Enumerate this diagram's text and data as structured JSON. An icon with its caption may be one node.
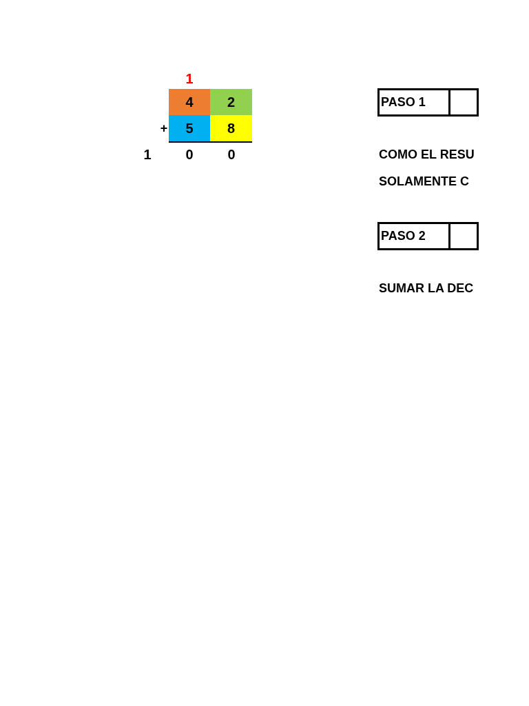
{
  "diagram": {
    "nodes": [
      {
        "text": [
          "4"
        ]
      },
      {
        "text": [
          "2"
        ]
      },
      {
        "text": [
          "PASO 1"
        ]
      },
      {
        "text": [],
        "shape": "box"
      },
      {
        "text": [
          "5"
        ]
      },
      {
        "text": [
          "8"
        ]
      },
      {
        "text": [
          "PASO 2"
        ]
      },
      {
        "text": [],
        "shape": "box"
      }
    ],
    "labels": [
      "1",
      "+",
      "1",
      "0",
      "0",
      "COMO EL RESU",
      "SOLAMENTE C",
      "SUMAR LA DEC"
    ]
  }
}
